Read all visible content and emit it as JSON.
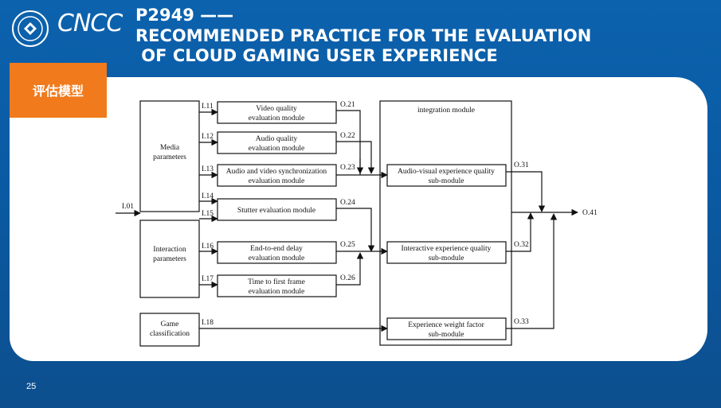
{
  "header": {
    "brand": "CNCC",
    "title_line1": "P2949 ——",
    "title_line2": "RECOMMENDED PRACTICE FOR THE EVALUATION",
    "title_line3": " OF CLOUD GAMING USER EXPERIENCE"
  },
  "section_tag": "评估模型",
  "page_number": "25",
  "diagram": {
    "input_label": "I.01",
    "output_label": "O.41",
    "groups": {
      "media": [
        "Media",
        "parameters"
      ],
      "interaction": [
        "Interaction",
        "parameters"
      ],
      "game": [
        "Game",
        "classification"
      ],
      "integration": "integration module"
    },
    "modules": {
      "video": [
        "Video quality",
        "evaluation module"
      ],
      "audio": [
        "Audio quality",
        "evaluation module"
      ],
      "avsync": [
        "Audio and video synchronization",
        "evaluation module"
      ],
      "stutter": [
        "Stutter evaluation module"
      ],
      "delay": [
        "End-to-end delay",
        "evaluation module"
      ],
      "firstframe": [
        "Time to first frame",
        "evaluation module"
      ]
    },
    "submodules": {
      "av": [
        "Audio-visual experience quality",
        "sub-module"
      ],
      "interactive": [
        "Interactive experience quality",
        "sub-module"
      ],
      "weight": [
        "Experience weight factor",
        "sub-module"
      ]
    },
    "inputs": [
      "I.11",
      "I.12",
      "I.13",
      "I.14",
      "I.15",
      "I.16",
      "I.17",
      "I.18"
    ],
    "outputs": [
      "O.21",
      "O.22",
      "O.23",
      "O.24",
      "O.25",
      "O.26",
      "O.31",
      "O.32",
      "O.33"
    ]
  }
}
